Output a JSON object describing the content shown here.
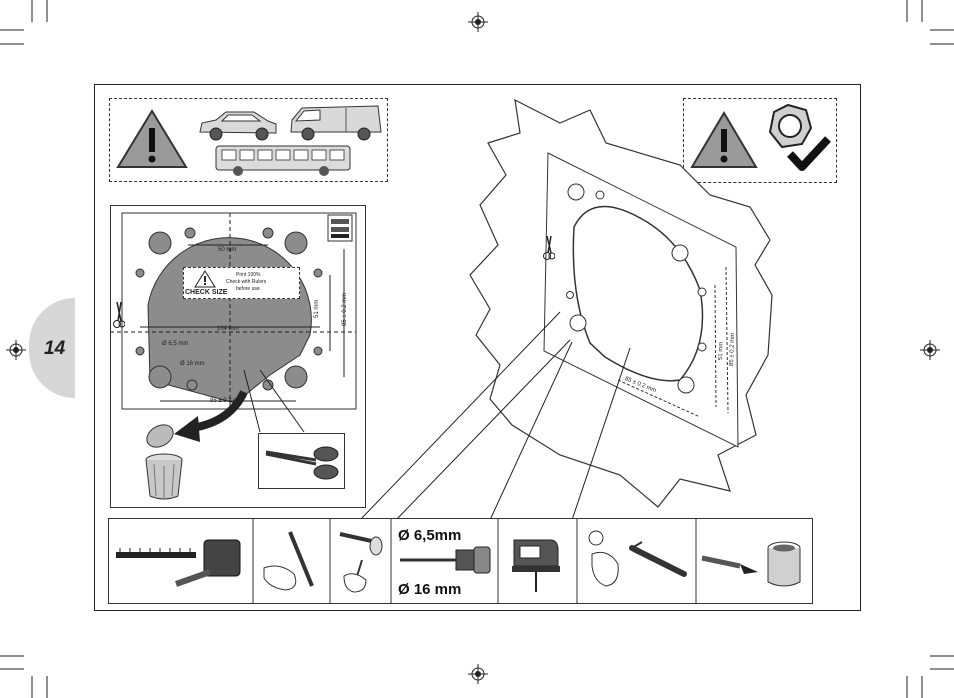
{
  "page": {
    "number": "14"
  },
  "template": {
    "check_size": "CHECK SIZE",
    "print_note_1": "Print 100%",
    "print_note_2": "Check with Rulers",
    "print_note_3": "before use.",
    "dim_50": "50 mm",
    "dim_104": "104 mm",
    "dim_51": "51 mm",
    "dim_85_v": "85 ± 0.2 mm",
    "dim_85_h": "85 ± 0.2 mm",
    "dia_small": "Ø 6,5 mm",
    "dia_large": "Ø 16 mm"
  },
  "panel": {
    "dim_51": "51 mm",
    "dim_85_v": "85 ± 0.2 mm",
    "dim_85_h": "85 ± 0.2 mm"
  },
  "tools": {
    "drill_small": "Ø 6,5mm",
    "drill_large": "Ø 16 mm"
  },
  "icons": {
    "warning": "warning-triangle-icon",
    "car": "car-icon",
    "van": "van-icon",
    "bus": "bus-icon",
    "gasket": "gasket-icon",
    "check": "checkmark-icon",
    "scissors": "scissors-icon",
    "trash": "trash-bin-icon",
    "tape": "tape-measure-icon",
    "pen": "marker-pen-icon",
    "punch": "center-punch-icon",
    "drill": "drill-icon",
    "jigsaw": "jigsaw-icon",
    "deburr": "deburring-tool-icon",
    "paint": "paint-can-icon",
    "registration": "registration-mark-icon"
  },
  "colors": {
    "template_fill": "#8c8c8c",
    "tab": "#d7d7d7",
    "line": "#222222"
  }
}
